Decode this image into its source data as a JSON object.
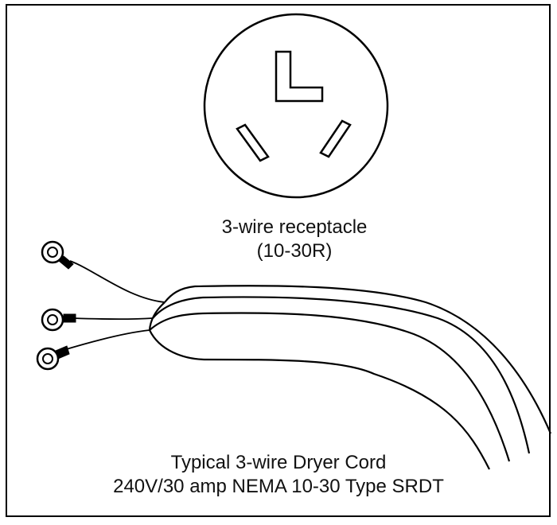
{
  "receptacle": {
    "caption_line1": "3-wire receptacle",
    "caption_line2": "(10-30R)"
  },
  "cord": {
    "caption_line1": "Typical 3-wire Dryer Cord",
    "caption_line2": "240V/30 amp NEMA 10-30 Type SRDT"
  },
  "style": {
    "line_color": "#000000",
    "background": "#ffffff"
  }
}
